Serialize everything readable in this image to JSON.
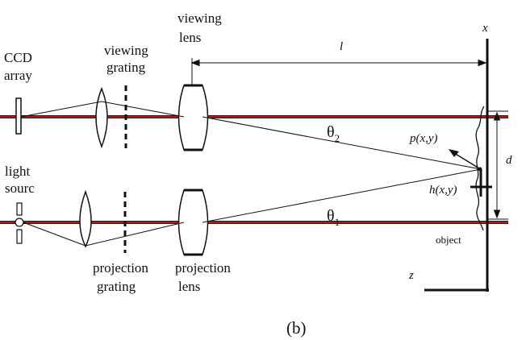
{
  "labels": {
    "ccd_line1": "CCD",
    "ccd_line2": "array",
    "viewing_grating_line1": "viewing",
    "viewing_grating_line2": "grating",
    "viewing_lens_line1": "viewing",
    "viewing_lens_line2": "lens",
    "distance_l": "l",
    "axis_x": "x",
    "axis_z": "z",
    "light_source_line1": "light",
    "light_source_line2": "sourc",
    "projection_grating_line1": "projection",
    "projection_grating_line2": "grating",
    "projection_lens_line1": "projection",
    "projection_lens_line2": "lens",
    "theta2": "θ",
    "theta2_sub": "2",
    "theta1": "θ",
    "theta1_sub": "1",
    "point_p": "p(x,y)",
    "point_h": "h(x,y)",
    "distance_d": "d",
    "object": "object",
    "caption": "(b)"
  },
  "colors": {
    "optical_axis": "#b01818",
    "stroke": "#111111"
  }
}
